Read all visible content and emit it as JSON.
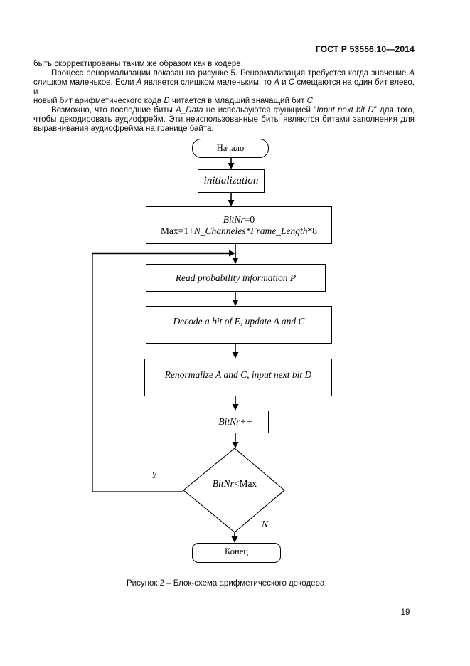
{
  "header": {
    "title": "ГОСТ Р 53556.10—2014"
  },
  "body": {
    "lines": [
      {
        "indent": 0,
        "justify": false,
        "runs": [
          {
            "t": "быть скорректированы таким же образом как в кодере."
          }
        ]
      },
      {
        "indent": 25,
        "justify": true,
        "runs": [
          {
            "t": "Процесс ренормализации показан на рисунке 5. Ренормализация требуется когда значение "
          },
          {
            "t": "A",
            "i": true
          }
        ]
      },
      {
        "indent": 0,
        "justify": true,
        "runs": [
          {
            "t": "слишком маленькое. Если "
          },
          {
            "t": "A",
            "i": true
          },
          {
            "t": " является слишком маленьким, то "
          },
          {
            "t": "A",
            "i": true
          },
          {
            "t": " и "
          },
          {
            "t": "C",
            "i": true
          },
          {
            "t": " смещаются на один бит влево, и"
          }
        ]
      },
      {
        "indent": 0,
        "justify": false,
        "runs": [
          {
            "t": "новый бит арифметического кода "
          },
          {
            "t": "D",
            "i": true
          },
          {
            "t": " читается в младший значащий бит "
          },
          {
            "t": "C",
            "i": true
          },
          {
            "t": "."
          }
        ]
      },
      {
        "indent": 25,
        "justify": true,
        "runs": [
          {
            "t": "Возможно, что последние биты "
          },
          {
            "t": "A_Data",
            "i": true
          },
          {
            "t": " не используются функцией \""
          },
          {
            "t": "Input next bit D",
            "i": true
          },
          {
            "t": "\" для того,"
          }
        ]
      },
      {
        "indent": 0,
        "justify": true,
        "runs": [
          {
            "t": "чтобы декодировать аудиофрейм. Эти неиспользованные биты являются битами заполнения для"
          }
        ]
      },
      {
        "indent": 0,
        "justify": false,
        "runs": [
          {
            "t": "выравнивания аудиофрейма на границе байта."
          }
        ]
      }
    ]
  },
  "flowchart": {
    "nodes": {
      "start": {
        "runs": [
          {
            "t": "Начало"
          }
        ]
      },
      "init": {
        "runs": [
          {
            "t": "initialization",
            "i": true
          }
        ]
      },
      "setup_line1": [
        {
          "t": "BitNr",
          "i": true
        },
        {
          "t": "=0"
        }
      ],
      "setup_line2": [
        {
          "t": "Max=1+"
        },
        {
          "t": "N_Channeles*Frame_Length",
          "i": true
        },
        {
          "t": "*8"
        }
      ],
      "read": {
        "runs": [
          {
            "t": "Read probability information P",
            "i": true
          }
        ]
      },
      "decode": {
        "runs": [
          {
            "t": "Decode a bit of E, update A and C",
            "i": true
          }
        ]
      },
      "renorm": {
        "runs": [
          {
            "t": "Renormalize A and C, input next bit D",
            "i": true
          }
        ]
      },
      "incr": {
        "runs": [
          {
            "t": "BitNr++",
            "i": true
          }
        ]
      },
      "condition": {
        "runs": [
          {
            "t": "BitNr",
            "i": true
          },
          {
            "t": "<Max"
          }
        ]
      },
      "end": {
        "runs": [
          {
            "t": "Конец"
          }
        ]
      }
    },
    "branch_labels": {
      "yes": "Y",
      "no": "N"
    }
  },
  "figure_caption": "Рисунок 2 – Блок-схема арифметического декодера",
  "page_number": "19",
  "colors": {
    "ink": "#000000",
    "paper": "#ffffff"
  }
}
